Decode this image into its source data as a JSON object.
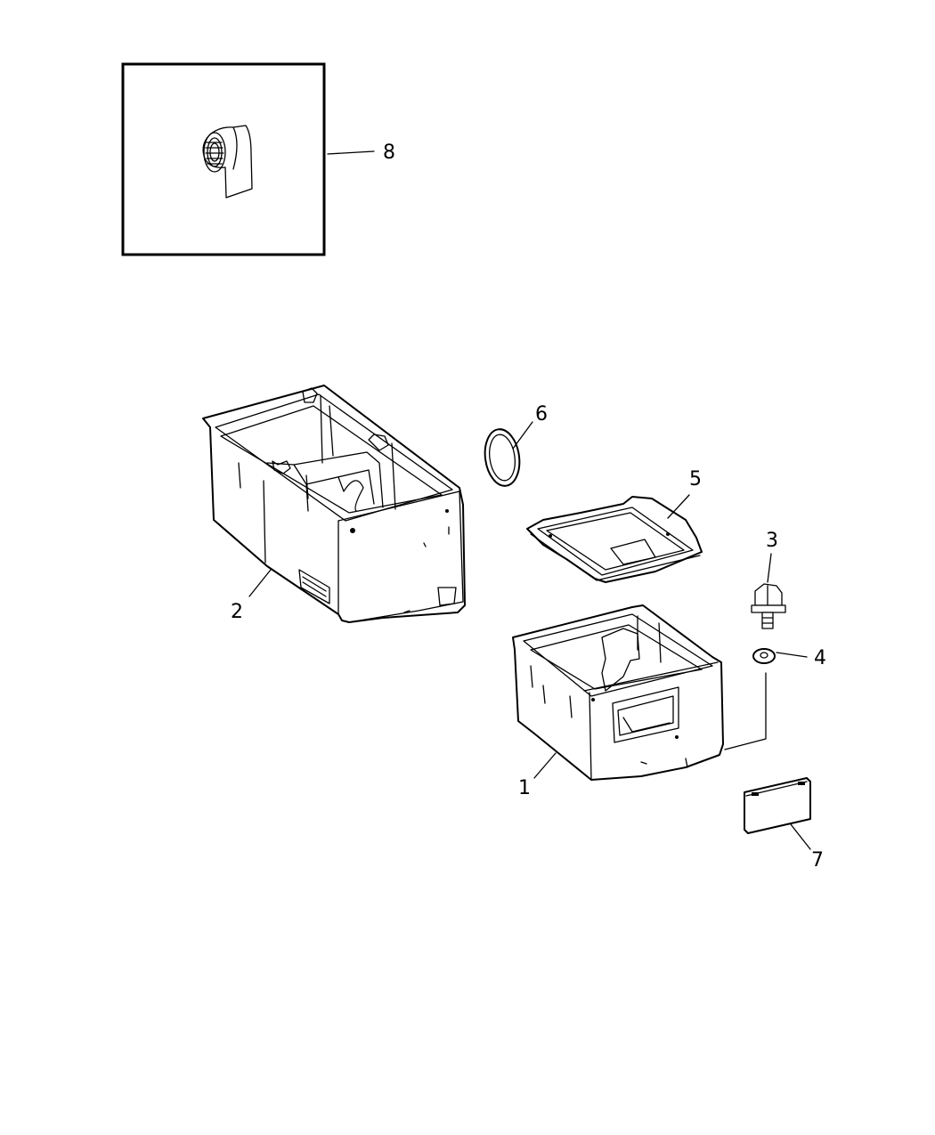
{
  "callouts": {
    "c1": "1",
    "c2": "2",
    "c3": "3",
    "c4": "4",
    "c5": "5",
    "c6": "6",
    "c7": "7",
    "c8": "8"
  },
  "icons": {
    "inset": "tape-roll-icon",
    "gasket": "ring-gasket-icon",
    "bolt": "hex-bolt-icon",
    "washer": "washer-icon"
  },
  "colors": {
    "line": "#000000",
    "background": "#ffffff"
  }
}
